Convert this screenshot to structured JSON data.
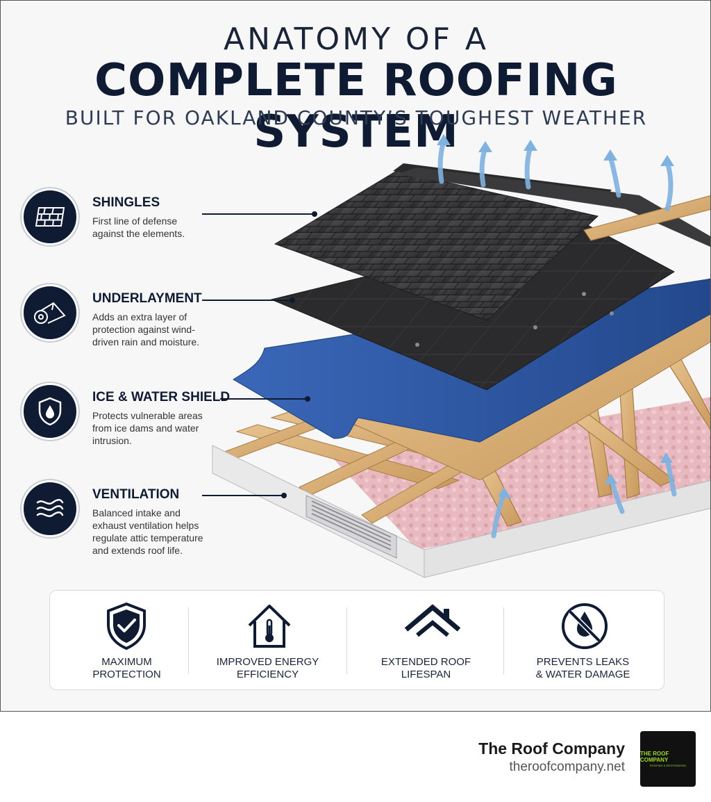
{
  "header": {
    "line1": "ANATOMY OF A",
    "line2": "COMPLETE ROOFING SYSTEM",
    "line3": "BUILT FOR OAKLAND COUNTY’S TOUGHEST WEATHER"
  },
  "layers": [
    {
      "icon": "shingles-icon",
      "name": "SHINGLES",
      "description": "First line of defense against the elements."
    },
    {
      "icon": "underlayment-roll-icon",
      "name": "UNDERLAYMENT",
      "description": "Adds an extra layer of protection against wind-driven rain and moisture."
    },
    {
      "icon": "shield-drop-icon",
      "name": "ICE & WATER SHIELD",
      "description": "Protects vulnerable areas from ice dams and water intrusion."
    },
    {
      "icon": "wind-waves-icon",
      "name": "VENTILATION",
      "description": "Balanced intake and exhaust ventilation helps regulate attic temperature and extends roof life."
    }
  ],
  "benefits": [
    {
      "icon": "shield-check-icon",
      "label_line1": "MAXIMUM",
      "label_line2": "PROTECTION"
    },
    {
      "icon": "house-thermometer-icon",
      "label_line1": "IMPROVED ENERGY",
      "label_line2": "EFFICIENCY"
    },
    {
      "icon": "roof-chevron-icon",
      "label_line1": "EXTENDED ROOF",
      "label_line2": "LIFESPAN"
    },
    {
      "icon": "no-water-icon",
      "label_line1": "PREVENTS LEAKS",
      "label_line2": "& WATER DAMAGE"
    }
  ],
  "brand": {
    "name": "The Roof Company",
    "url": "theroofcompany.net",
    "logo_text": "THE ROOF COMPANY",
    "logo_subtext": "ROOFING & RESTORATION"
  },
  "colors": {
    "navy": "#0f1b33",
    "shingle": "#3a3a3c",
    "underlayment": "#2b2b2d",
    "ice_shield": "#2f5aa8",
    "wood": "#d8b07a",
    "insulation": "#e8b9bf",
    "airflow": "#7fb2e0",
    "logo_green": "#9cdb2f"
  }
}
